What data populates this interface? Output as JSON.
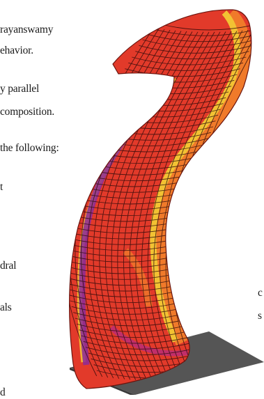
{
  "text_fragments": [
    "rayanswamy",
    "ehavior.",
    "y parallel",
    "composition.",
    "the following:",
    "t",
    "dral",
    "als",
    "d",
    "c",
    "s"
  ],
  "figure": {
    "subject": "finite element mesh of a curved tube segment on a dark base plate",
    "colors": {
      "base_plate": "#555555",
      "mesh_red": "#e23a2a",
      "mesh_orange": "#f07a2a",
      "mesh_yellow": "#f2c233",
      "mesh_purple": "#8a2a9a",
      "mesh_lines": "#2a0a0a"
    }
  }
}
